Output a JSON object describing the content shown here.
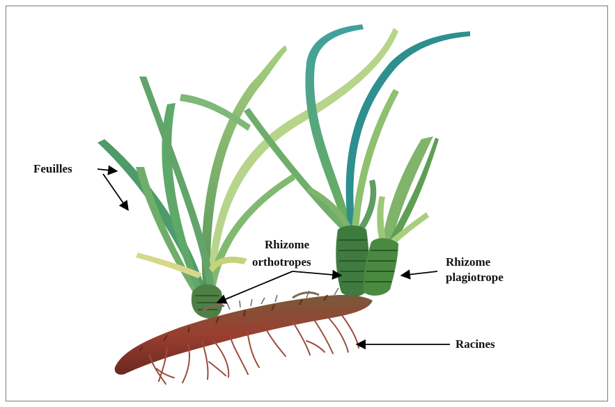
{
  "labels": {
    "feuilles": "Feuilles",
    "rhizome_orthotropes_line1": "Rhizome",
    "rhizome_orthotropes_line2": "orthotropes",
    "rhizome_plagiotrope_line1": "Rhizome",
    "rhizome_plagiotrope_line2": "plagiotrope",
    "racines": "Racines"
  },
  "colors": {
    "leaf_dark": "#2f8f7f",
    "leaf_mid": "#5fae6a",
    "leaf_light": "#9cc87a",
    "leaf_teal": "#2a9a9a",
    "leaf_yellow": "#c8d27a",
    "shoot_base": "#5b8a4a",
    "rhizome": "#8a3a2e",
    "rhizome_dark": "#5a2a20",
    "root": "#9a4a3a",
    "arrow": "#000000"
  }
}
